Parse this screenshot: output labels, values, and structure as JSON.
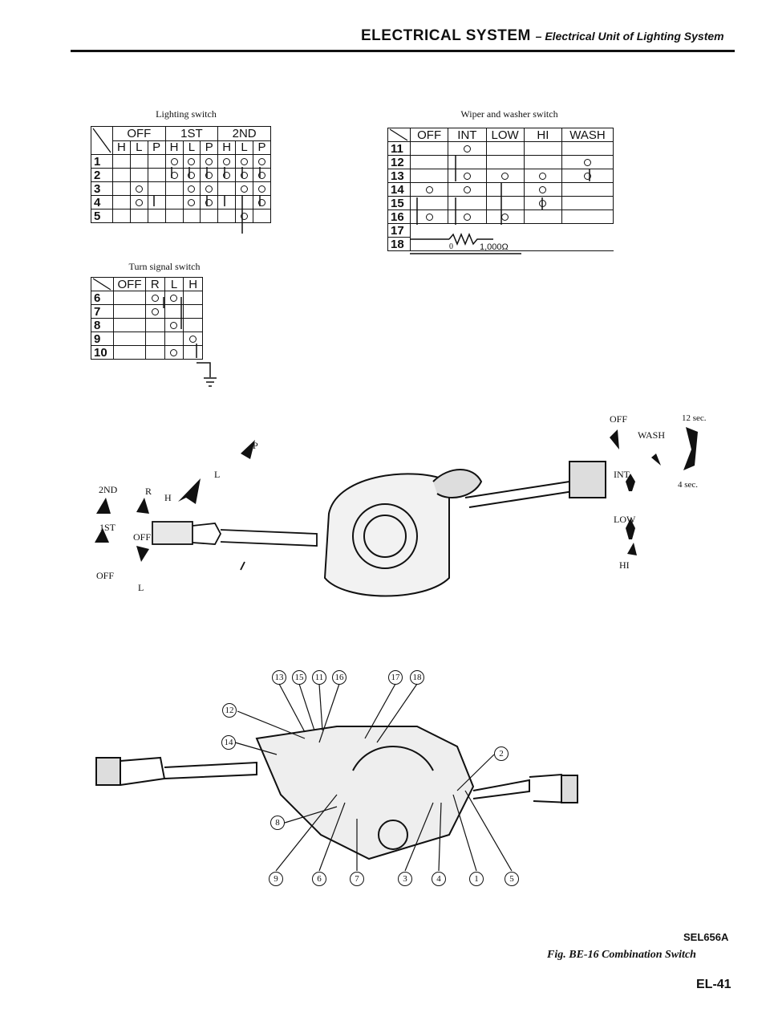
{
  "header": {
    "title": "ELECTRICAL SYSTEM",
    "subtitle": "– Electrical Unit of Lighting System"
  },
  "lighting_switch": {
    "caption": "Lighting switch",
    "groups": [
      "OFF",
      "1ST",
      "2ND"
    ],
    "columns": [
      "H",
      "L",
      "P",
      "H",
      "L",
      "P",
      "H",
      "L",
      "P"
    ],
    "rows": [
      "1",
      "2",
      "3",
      "4",
      "5"
    ]
  },
  "turn_signal_switch": {
    "caption": "Turn signal switch",
    "columns": [
      "OFF",
      "R",
      "L",
      "H"
    ],
    "rows": [
      "6",
      "7",
      "8",
      "9",
      "10"
    ]
  },
  "wiper_switch": {
    "caption": "Wiper and washer switch",
    "columns": [
      "OFF",
      "INT",
      "LOW",
      "HI",
      "WASH"
    ],
    "rows": [
      "11",
      "12",
      "13",
      "14",
      "15",
      "16",
      "17",
      "18"
    ],
    "resistor_zero": "0",
    "resistor_value": "1,000Ω"
  },
  "left_lever_labels": {
    "p": "P",
    "l": "L",
    "h": "H",
    "r": "R",
    "second": "2ND",
    "first": "1ST",
    "off_mid": "OFF",
    "off_low": "OFF",
    "l_low": "L"
  },
  "right_lever_labels": {
    "off": "OFF",
    "twelve": "12 sec.",
    "wash": "WASH",
    "int": "INT.",
    "four": "4 sec.",
    "low": "LOW",
    "hi": "HI"
  },
  "connector_numbers": {
    "top": [
      "13",
      "15",
      "11",
      "16",
      "17",
      "18"
    ],
    "left": [
      "12",
      "14",
      "8"
    ],
    "right": [
      "2"
    ],
    "bottom": [
      "9",
      "6",
      "7",
      "3",
      "4",
      "1",
      "5"
    ]
  },
  "figure": {
    "id": "SEL656A",
    "caption": "Fig. BE-16  Combination Switch",
    "page": "EL-41"
  }
}
